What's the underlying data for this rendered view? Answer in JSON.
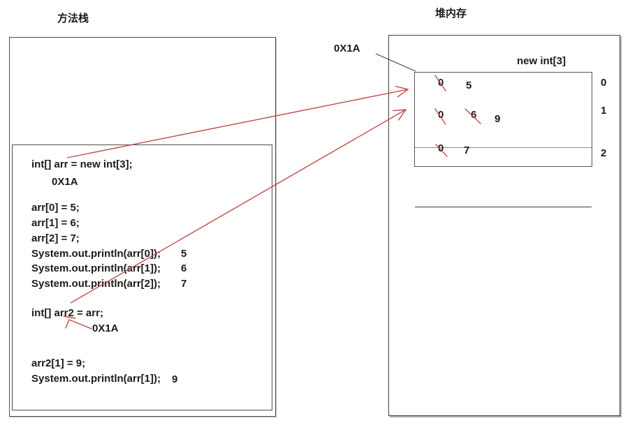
{
  "stack": {
    "title": "方法栈",
    "lines": {
      "decl": "int[] arr = new int[3];",
      "addr": "0X1A",
      "assign0": "arr[0] = 5;",
      "assign1": "arr[1] = 6;",
      "assign2": "arr[2] = 7;",
      "print0": "System.out.println(arr[0]);",
      "print0_out": "5",
      "print1": "System.out.println(arr[1]);",
      "print1_out": "6",
      "print2": "System.out.println(arr[2]);",
      "print2_out": "7",
      "decl2": "int[] arr2 = arr;",
      "addr2": "0X1A",
      "assign3": "arr2[1] = 9;",
      "print3": "System.out.println(arr[1]);",
      "print3_out": "9"
    }
  },
  "heap": {
    "title": "堆内存",
    "ref_label": "0X1A",
    "array_label": "new int[3]",
    "rows": [
      {
        "index": "0",
        "initial": "0",
        "value": "5",
        "updated": ""
      },
      {
        "index": "1",
        "initial": "0",
        "value": "6",
        "updated": "9"
      },
      {
        "index": "2",
        "initial": "0",
        "value": "7",
        "updated": ""
      }
    ]
  },
  "colors": {
    "annotation_red": "#bf4b48",
    "line_black": "#404040"
  }
}
